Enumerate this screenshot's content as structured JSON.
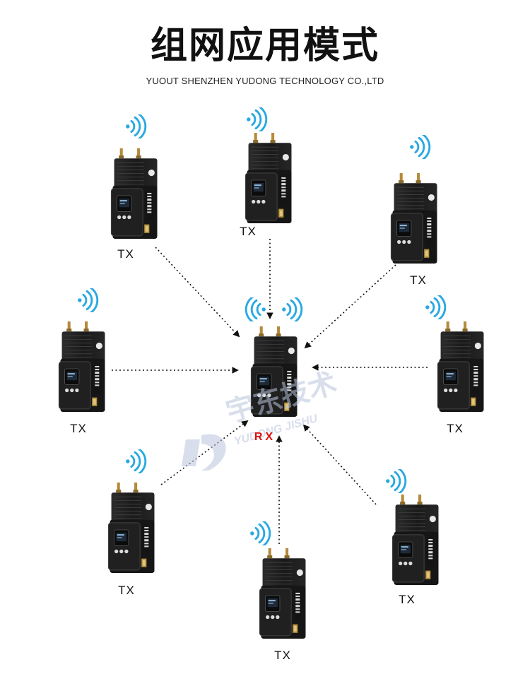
{
  "page": {
    "title": "组网应用模式",
    "subtitle": "YUOUT SHENZHEN YUDONG TECHNOLOGY CO.,LTD"
  },
  "nodes": [
    {
      "id": "tx1",
      "label": "TX",
      "role": "transmitter"
    },
    {
      "id": "tx2",
      "label": "TX",
      "role": "transmitter"
    },
    {
      "id": "tx3",
      "label": "TX",
      "role": "transmitter"
    },
    {
      "id": "tx4",
      "label": "TX",
      "role": "transmitter"
    },
    {
      "id": "tx5",
      "label": "TX",
      "role": "transmitter"
    },
    {
      "id": "tx6",
      "label": "TX",
      "role": "transmitter"
    },
    {
      "id": "tx7",
      "label": "TX",
      "role": "transmitter"
    },
    {
      "id": "tx8",
      "label": "TX",
      "role": "transmitter"
    },
    {
      "id": "rx",
      "label": "RX",
      "role": "receiver"
    }
  ],
  "edges": [
    {
      "from": "tx1",
      "to": "rx"
    },
    {
      "from": "tx2",
      "to": "rx"
    },
    {
      "from": "tx3",
      "to": "rx"
    },
    {
      "from": "tx4",
      "to": "rx"
    },
    {
      "from": "tx5",
      "to": "rx"
    },
    {
      "from": "tx6",
      "to": "rx"
    },
    {
      "from": "tx7",
      "to": "rx"
    },
    {
      "from": "tx8",
      "to": "rx"
    }
  ],
  "watermark": {
    "main": "宇东技术",
    "sub": "YUDONG JISHU"
  },
  "colors": {
    "wifi": "#29a9e1",
    "rx_label": "#e01010",
    "device": "#1b1b1b",
    "watermark": "#b9c4dc"
  },
  "icons": {
    "signal": "wifi-signal-icon",
    "device": "wireless-transmitter-device-icon"
  }
}
